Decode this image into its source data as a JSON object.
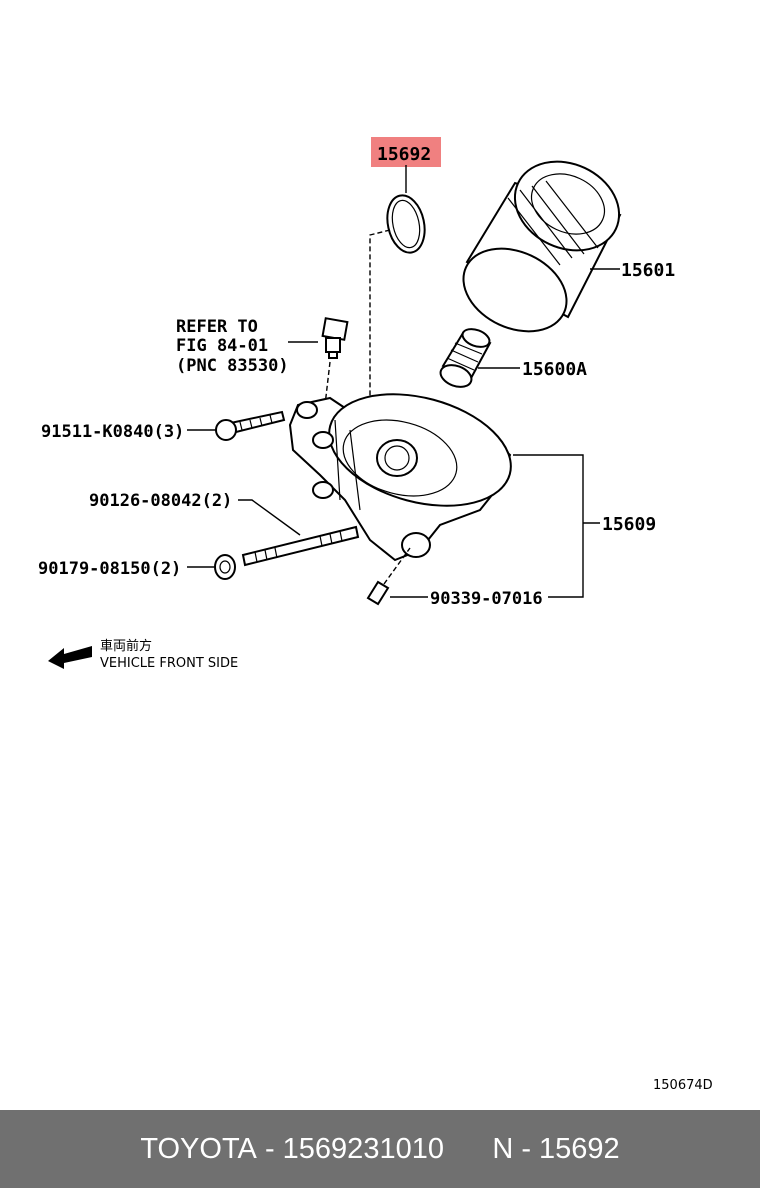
{
  "diagram": {
    "highlighted_part": "15692",
    "parts": {
      "oring": "15692",
      "filter": "15601",
      "element": "15600A",
      "housing": "15609",
      "bolt": "91511-K0840(3)",
      "stud": "90126-08042(2)",
      "nut": "90179-08150(2)",
      "pin": "90339-07016"
    },
    "refer_note": {
      "line1": "REFER TO",
      "line2": "FIG 84-01",
      "line3": "(PNC 83530)"
    },
    "direction": {
      "jp": "車両前方",
      "en": "VEHICLE FRONT SIDE"
    },
    "illustration_code": "150674D",
    "colors": {
      "highlight": "#f08080",
      "footer_bg": "#707070"
    }
  },
  "footer": {
    "brand": "TOYOTA",
    "part_number": "1569231010",
    "ref": "N - 15692",
    "separator": "-"
  }
}
